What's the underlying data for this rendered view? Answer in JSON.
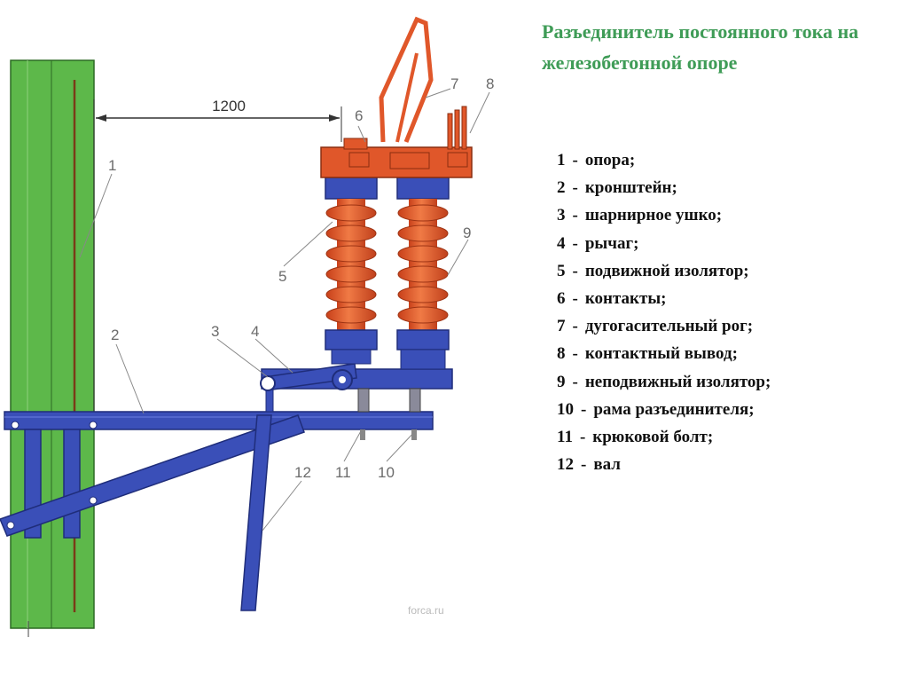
{
  "title": "Разъединитель постоянного тока на железобетонной опоре",
  "dimension_label": "1200",
  "watermark": "forca.ru",
  "callouts": [
    "1",
    "2",
    "3",
    "4",
    "5",
    "6",
    "7",
    "8",
    "9",
    "10",
    "11",
    "12"
  ],
  "legend": [
    {
      "num": "1",
      "text": "опора;"
    },
    {
      "num": "2",
      "text": "кронштейн;"
    },
    {
      "num": "3",
      "text": "шарнирное ушко;"
    },
    {
      "num": "4",
      "text": "рычаг;"
    },
    {
      "num": "5",
      "text": "подвижной изолятор;"
    },
    {
      "num": "6",
      "text": "контакты;"
    },
    {
      "num": "7",
      "text": "дугогасительный рог;"
    },
    {
      "num": "8",
      "text": "контактный вывод;"
    },
    {
      "num": "9",
      "text": "неподвижный изолятор;"
    },
    {
      "num": "10",
      "text": "рама разъединителя;"
    },
    {
      "num": "11",
      "text": "крюковой болт;"
    },
    {
      "num": "12",
      "text": "вал"
    }
  ],
  "colors": {
    "pole": "#5db84a",
    "steel": "#3a4fb8",
    "insulator": "#e0572a",
    "title": "#3f9c57"
  }
}
